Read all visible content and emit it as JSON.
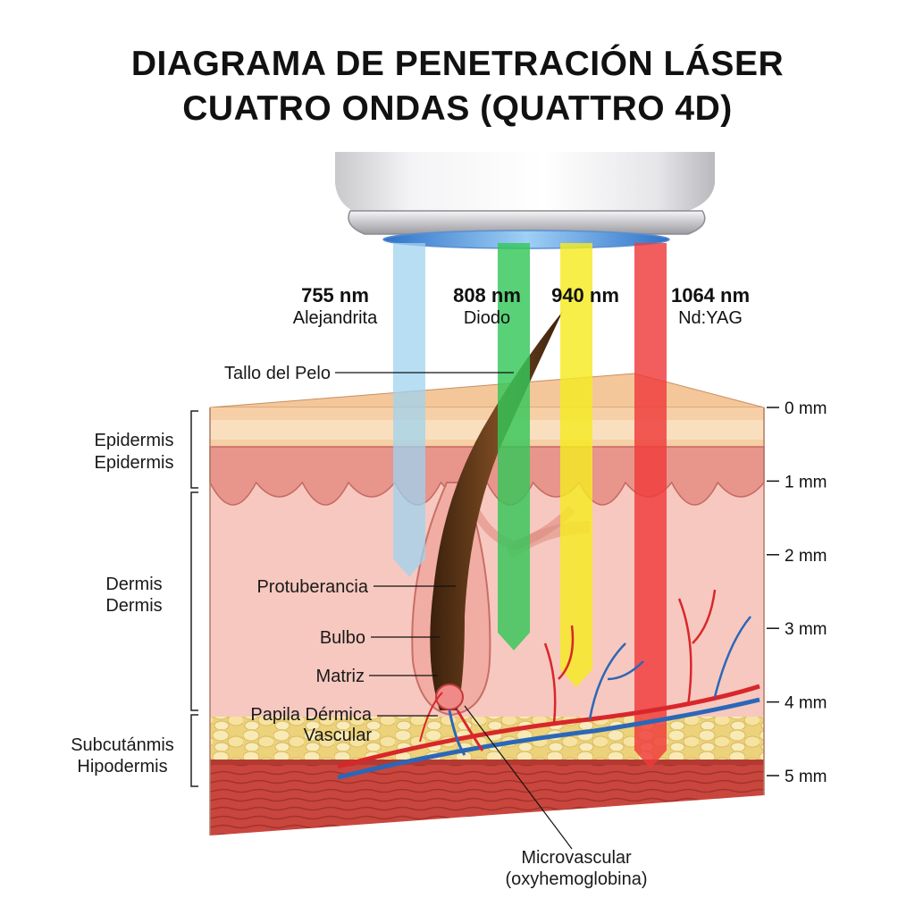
{
  "title": {
    "line1": "DIAGRAMA DE PENETRACIÓN LÁSER",
    "line2": "CUATRO ONDAS (QUATTRO 4D)"
  },
  "lasers": [
    {
      "wavelength": "755 nm",
      "source": "Alejandrita",
      "color": "#9fd3ef",
      "depth_mm": 2.3
    },
    {
      "wavelength": "808 nm",
      "source": "Diodo",
      "color": "#34c759",
      "depth_mm": 3.3
    },
    {
      "wavelength": "940 nm",
      "source": "",
      "color": "#f5ea22",
      "depth_mm": 3.8
    },
    {
      "wavelength": "1064 nm",
      "source": "Nd:YAG",
      "color": "#ef3b3b",
      "depth_mm": 4.9
    }
  ],
  "layers": {
    "epidermis": [
      "Epidermis",
      "Epidermis"
    ],
    "dermis": [
      "Dermis",
      "Dermis"
    ],
    "hypodermis": [
      "Subcutánmis",
      "Hipodermis"
    ]
  },
  "structures": {
    "shaft": "Tallo del Pelo",
    "bulge": "Protuberancia",
    "bulb": "Bulbo",
    "matrix": "Matriz",
    "papilla": [
      "Papila Dérmica",
      "Vascular"
    ],
    "microvascular": [
      "Microvascular",
      "(oxyhemoglobina)"
    ]
  },
  "depth_scale": [
    "0 mm",
    "1 mm",
    "2 mm",
    "3 mm",
    "4 mm",
    "5 mm"
  ],
  "colors": {
    "epidermis": "#f6cfa6",
    "dermis": "#f7c8bf",
    "fat": "#f1dc8e",
    "muscle": "#c8463e",
    "hair": "#5c3517",
    "artery": "#d8272b",
    "vein": "#2b67b8"
  }
}
